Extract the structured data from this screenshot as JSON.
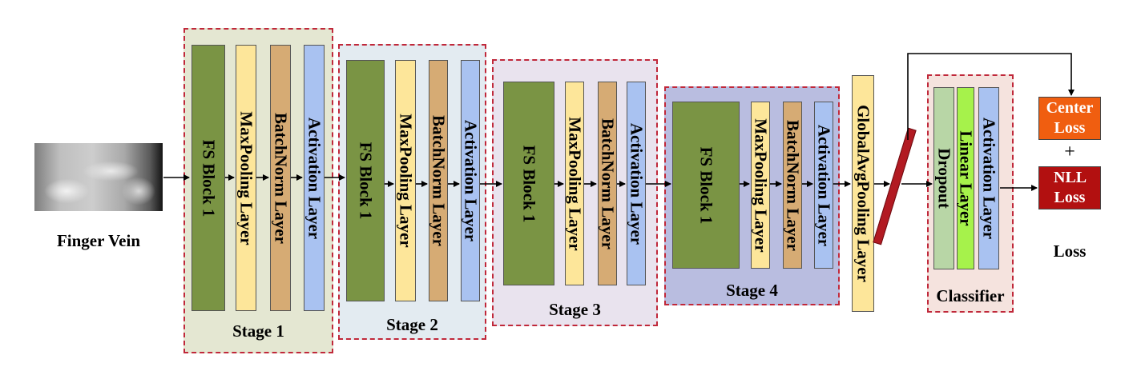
{
  "input": {
    "label": "Finger Vein"
  },
  "stages": [
    {
      "label": "Stage 1",
      "layers": [
        "FS Block 1",
        "MaxPooling Layer",
        "BatchNorm Layer",
        "Activation Layer"
      ]
    },
    {
      "label": "Stage 2",
      "layers": [
        "FS Block 1",
        "MaxPooling Layer",
        "BatchNorm Layer",
        "Activation Layer"
      ]
    },
    {
      "label": "Stage 3",
      "layers": [
        "FS Block 1",
        "MaxPooling Layer",
        "BatchNorm Layer",
        "Activation Layer"
      ]
    },
    {
      "label": "Stage 4",
      "layers": [
        "FS Block 1",
        "MaxPooling Layer",
        "BatchNorm Layer",
        "Activation Layer"
      ]
    }
  ],
  "gap_layer": {
    "label": "GlobalAvgPooling Layer"
  },
  "classifier": {
    "label": "Classifier",
    "layers": [
      "Dropout",
      "Linear Layer",
      "Activation Layer"
    ]
  },
  "losses": {
    "center": "Center Loss",
    "plus": "+",
    "nll": "NLL Loss",
    "title": "Loss"
  },
  "colors": {
    "stage_border": "#c0283a",
    "stage1_bg": "#e4e7d2",
    "stage2_bg": "#e3ebf1",
    "stage3_bg": "#e9e3ee",
    "stage4_bg": "#b9bde0",
    "fs_block": "#7a9444",
    "maxpool": "#fde69a",
    "batchnorm": "#d6ab74",
    "activation": "#a9c2f1",
    "gap": "#fde69a",
    "dropout": "#b8d6a6",
    "linear": "#a6f24b",
    "center_loss": "#f05e10",
    "nll_loss": "#b21010",
    "embedding_bar": "#b21a22"
  }
}
